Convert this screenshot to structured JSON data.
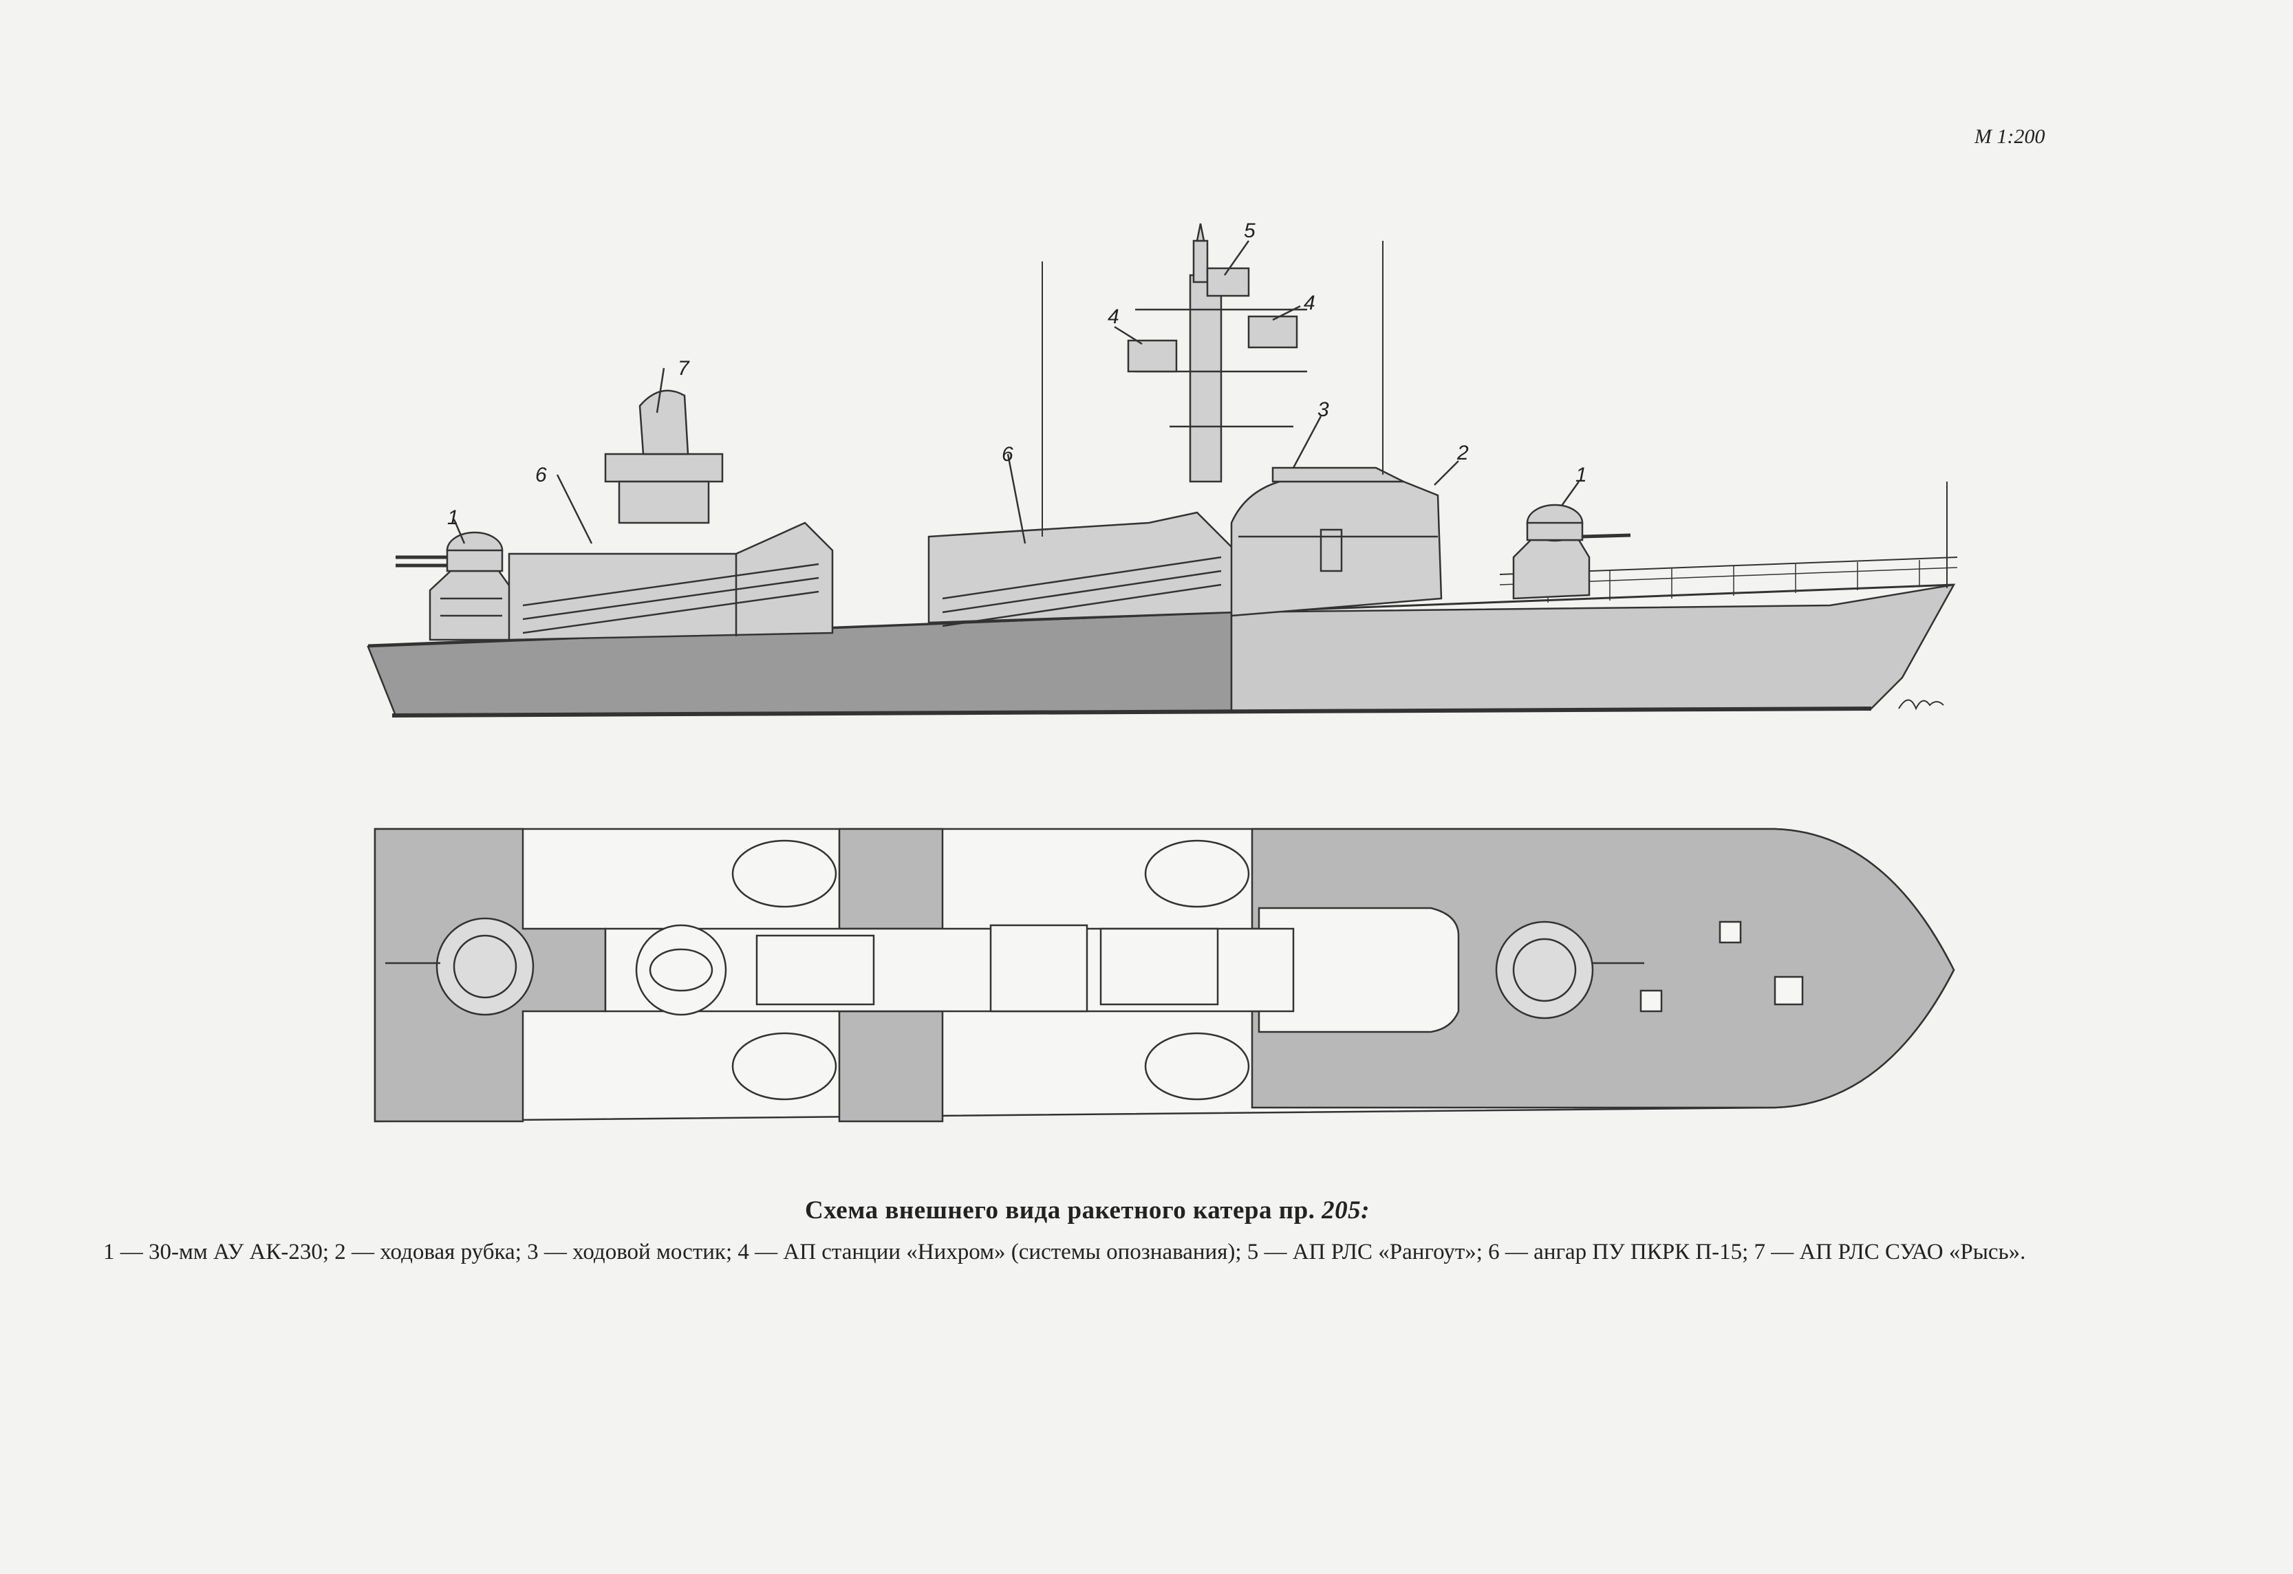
{
  "scale_label": "М 1:200",
  "callouts": {
    "c1": "1",
    "c2": "2",
    "c3": "3",
    "c4": "4",
    "c5": "5",
    "c6": "6",
    "c7": "7"
  },
  "caption": {
    "title": "Схема внешнего вида ракетного катера пр. ",
    "project": "205:"
  },
  "legend": "1 — 30-мм АУ АК-230; 2 — ходовая рубка; 3 — ходовой мостик; 4 — АП станции «Нихром» (системы опознавания); 5 — АП РЛС «Рангоут»; 6 — ангар ПУ ПКРК П-15; 7 — АП РЛС СУАО «Рысь».",
  "colors": {
    "hull_dark": "#9a9a9a",
    "hull_light": "#c9c9c9",
    "superstructure": "#d0d0d0",
    "deck_dark": "#b8b8b8",
    "line": "#333333"
  }
}
